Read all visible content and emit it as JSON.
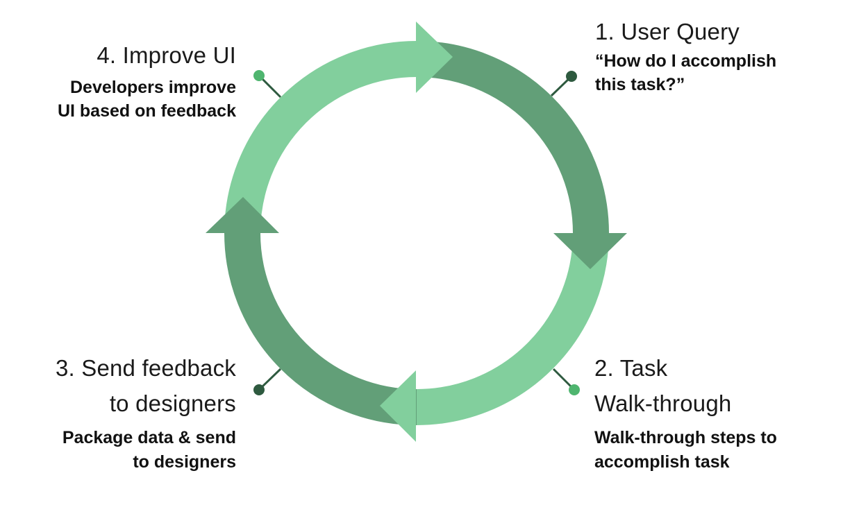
{
  "colors": {
    "light_green": "#82cf9d",
    "dark_green": "#629f78",
    "connector_dark": "#2e5a3f",
    "connector_light": "#4fb56f"
  },
  "steps": [
    {
      "title": "1. User Query",
      "desc_lines": [
        "“How do I accomplish",
        "this task?”"
      ]
    },
    {
      "title_lines": [
        "2. Task",
        "Walk-through"
      ],
      "desc_lines": [
        "Walk-through steps to",
        "accomplish task"
      ]
    },
    {
      "title_lines": [
        "3. Send feedback",
        "to designers"
      ],
      "desc_lines": [
        "Package data & send",
        "to designers"
      ]
    },
    {
      "title": "4. Improve UI",
      "desc_lines": [
        "Developers improve",
        "UI based on feedback"
      ]
    }
  ]
}
